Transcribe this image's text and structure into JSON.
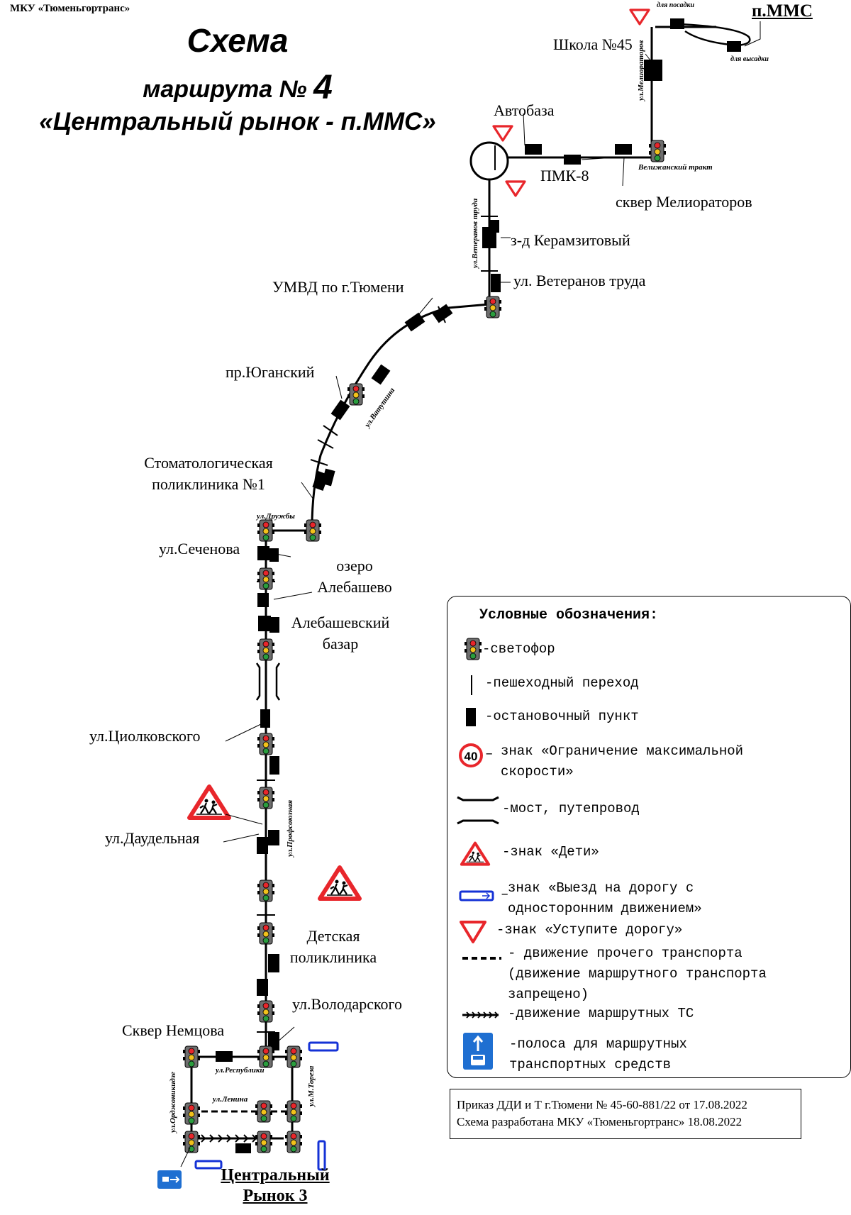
{
  "organization": "МКУ «Тюменьгортранс»",
  "title": {
    "line1": "Схема",
    "line2_prefix": "маршрута № ",
    "line2_number": "4",
    "line3": "«Центральный рынок - п.ММС»"
  },
  "terminus": {
    "north": "п.ММС",
    "north_board": "для посадки",
    "north_alight": "для высадки",
    "south_line1": "Центральный",
    "south_line2": "Рынок 3"
  },
  "stops": {
    "school": "Школа №45",
    "avtobaza": "Автобаза",
    "pmk": "ПМК-8",
    "skver_meliorat": "сквер Мелиораторов",
    "keramzit": "з-д Керамзитовый",
    "veteranov": "ул. Ветеранов труда",
    "umvd": "УМВД по г.Тюмени",
    "yugansky": "пр.Юганский",
    "stomat_1": "Стоматологическая",
    "stomat_2": "поликлиника №1",
    "sechenova": "ул.Сеченова",
    "ozero_1": "озеро",
    "ozero_2": "Алебашево",
    "bazar_1": "Алебашевский",
    "bazar_2": "базар",
    "tsiolkovsky": "ул.Циолковского",
    "daudelnaya": "ул.Даудельная",
    "detskaya_1": "Детская",
    "detskaya_2": "поликлиника",
    "volodarskogo": "ул.Володарского",
    "nemtsova": "Сквер Немцова"
  },
  "streets": {
    "melioratorov": "ул.Мелиораторов",
    "velizh": "Велижанский тракт",
    "veteranov": "ул.Ветеранов труда",
    "vatutina": "ул.Ватутина",
    "druzhby": "ул.Дружбы",
    "profsoyuznaya": "ул.Профсоюзная",
    "respubliki": "ул.Республики",
    "lenina": "ул.Ленина",
    "toreza": "ул.М.Тореза",
    "ordzhonikidze": "ул.Орджоникидзе"
  },
  "legend": {
    "title": "Условные обозначения:",
    "traffic_light": "-светофор",
    "crossing": "-пешеходный переход",
    "stop": "-остановочный пункт",
    "speed_value": "40",
    "speed_dash": "–",
    "speed_line1": "знак «Ограничение максимальной",
    "speed_line2": "скорости»",
    "bridge": "-мост, путепровод",
    "children": "-знак «Дети»",
    "oneway_dash": "–",
    "oneway_line1": "знак «Выезд на дорогу с",
    "oneway_line2": "односторонним движением»",
    "yield": "-знак «Уступите дорогу»",
    "other_line1": "- движение прочего транспорта",
    "other_line2": "(движение маршрутного транспорта",
    "other_line3": "запрещено)",
    "route": "-движение маршрутных ТС",
    "bus_line1": "-полоса для маршрутных",
    "bus_line2": "транспортных средств"
  },
  "order": {
    "line1": "Приказ ДДИ и Т г.Тюмени № 45-60-881/22 от 17.08.2022",
    "line2": "Схема разработана МКУ «Тюменьгортранс» 18.08.2022"
  },
  "colors": {
    "route": "#000000",
    "sign_red": "#e8262b",
    "lane_blue": "#1f6fd1",
    "oneway_blue": "#1432d6"
  }
}
